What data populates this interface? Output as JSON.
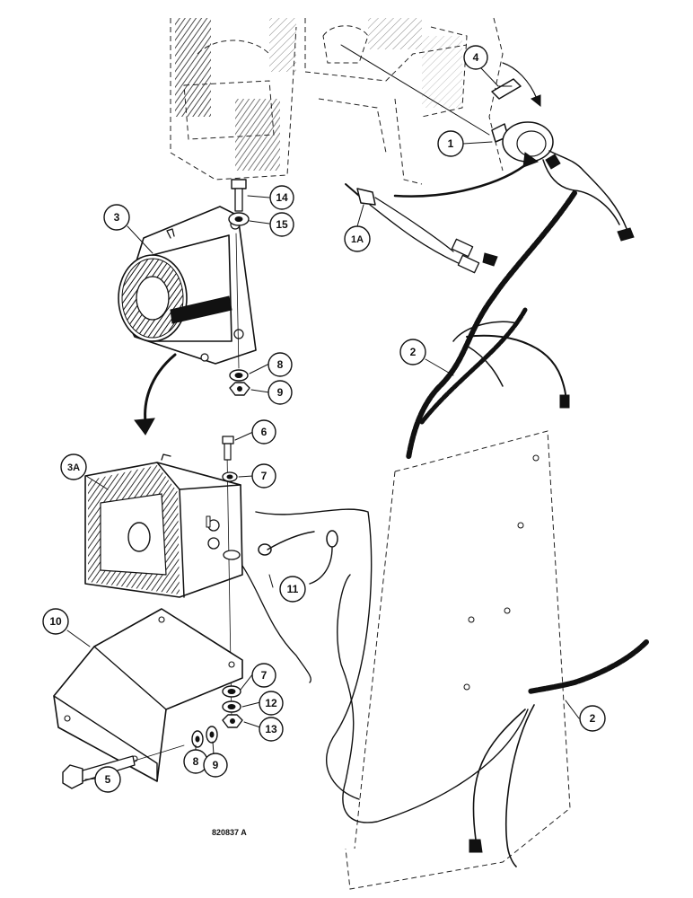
{
  "diagram": {
    "reference_code": "820837 A",
    "callouts": [
      {
        "id": "c1",
        "label": "1"
      },
      {
        "id": "c1a",
        "label": "1A"
      },
      {
        "id": "c2a",
        "label": "2"
      },
      {
        "id": "c2b",
        "label": "2"
      },
      {
        "id": "c3",
        "label": "3"
      },
      {
        "id": "c3a",
        "label": "3A"
      },
      {
        "id": "c4",
        "label": "4"
      },
      {
        "id": "c5",
        "label": "5"
      },
      {
        "id": "c6",
        "label": "6"
      },
      {
        "id": "c7a",
        "label": "7"
      },
      {
        "id": "c7b",
        "label": "7"
      },
      {
        "id": "c8a",
        "label": "8"
      },
      {
        "id": "c8b",
        "label": "8"
      },
      {
        "id": "c9a",
        "label": "9"
      },
      {
        "id": "c9b",
        "label": "9"
      },
      {
        "id": "c10",
        "label": "10"
      },
      {
        "id": "c11",
        "label": "11"
      },
      {
        "id": "c12",
        "label": "12"
      },
      {
        "id": "c13",
        "label": "13"
      },
      {
        "id": "c14",
        "label": "14"
      },
      {
        "id": "c15",
        "label": "15"
      }
    ]
  }
}
